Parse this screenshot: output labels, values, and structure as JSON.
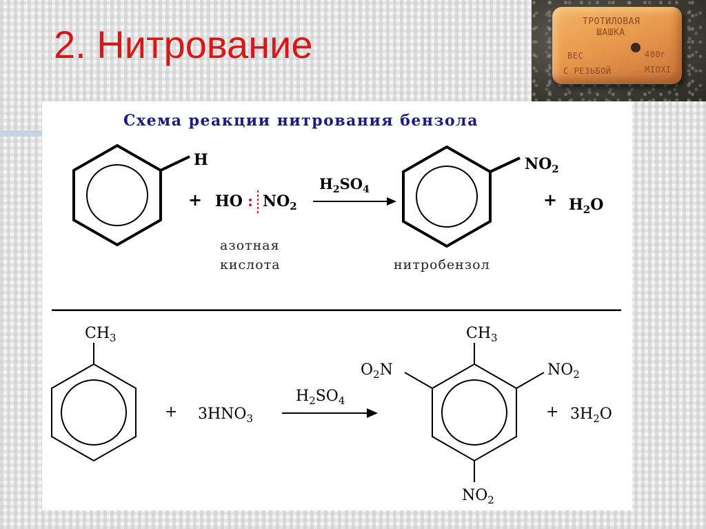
{
  "slide": {
    "title": "2. Нитрование"
  },
  "photo": {
    "line1": "ТРОТИЛОВАЯ",
    "line2": "ШАШКА",
    "weight_label": "ВЕС",
    "weight_value": "400г",
    "thread_label": "С РЕЗЬБОЙ",
    "code": "MIOXI"
  },
  "scheme_top": {
    "heading": "Схема реакции нитрования бензола",
    "substituent_h": "H",
    "plus1": "+",
    "acid_left": "HO",
    "acid_right": "NO",
    "acid_right_sub": "2",
    "catalyst": "H",
    "catalyst_sub1": "2",
    "catalyst_mid": "SO",
    "catalyst_sub2": "4",
    "product_group": "NO",
    "product_group_sub": "2",
    "plus2": "+",
    "water": "H",
    "water_sub": "2",
    "water_end": "O",
    "acid_caption_1": "азотная",
    "acid_caption_2": "кислота",
    "product_caption": "нитробензол"
  },
  "scheme_bottom": {
    "methyl": "CH",
    "methyl_sub": "3",
    "plus1": "+",
    "reagent_coef": "3HNO",
    "reagent_sub": "3",
    "catalyst": "H",
    "catalyst_sub1": "2",
    "catalyst_mid": "SO",
    "catalyst_sub2": "4",
    "product_methyl": "CH",
    "product_methyl_sub": "3",
    "left_group": "O",
    "left_group_sub": "2",
    "left_group_end": "N",
    "right_group": "NO",
    "right_group_sub": "2",
    "bottom_group": "NO",
    "bottom_group_sub": "2",
    "plus2": "+",
    "water": "3H",
    "water_sub": "2",
    "water_end": "O"
  },
  "colors": {
    "title": "#d81818",
    "heading": "#1a1a80",
    "ink": "#000000",
    "accent_bar": "#c7d2e3",
    "bond_break": "#d81818"
  }
}
